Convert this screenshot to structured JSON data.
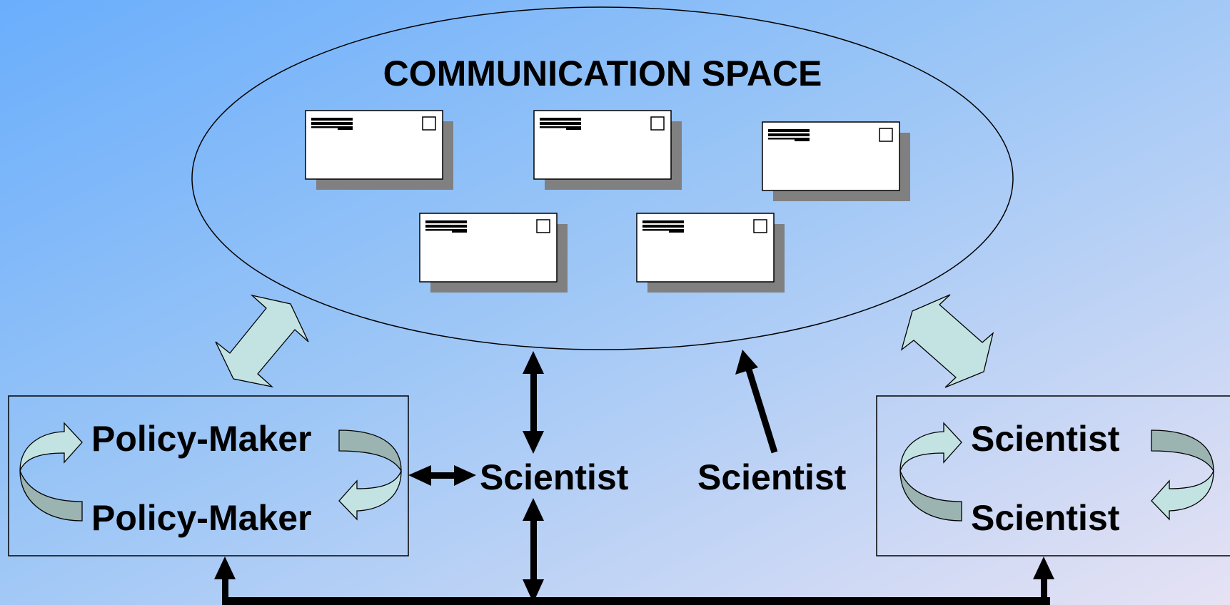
{
  "diagram": {
    "title": "COMMUNICATION SPACE",
    "document_icon_count": 5,
    "left_group": {
      "top_label": "Policy-Maker",
      "bottom_label": "Policy-Maker"
    },
    "middle_scientist": "Scientist",
    "free_scientist": "Scientist",
    "right_group": {
      "top_label": "Scientist",
      "bottom_label": "Scientist"
    }
  },
  "colors": {
    "background_start": "#6aaefc",
    "background_end": "#e6e2f4",
    "wide_arrow_fill": "#c3e3e3",
    "cycle_arrow_dark": "#9bb4b1",
    "document_shadow": "#808080"
  }
}
